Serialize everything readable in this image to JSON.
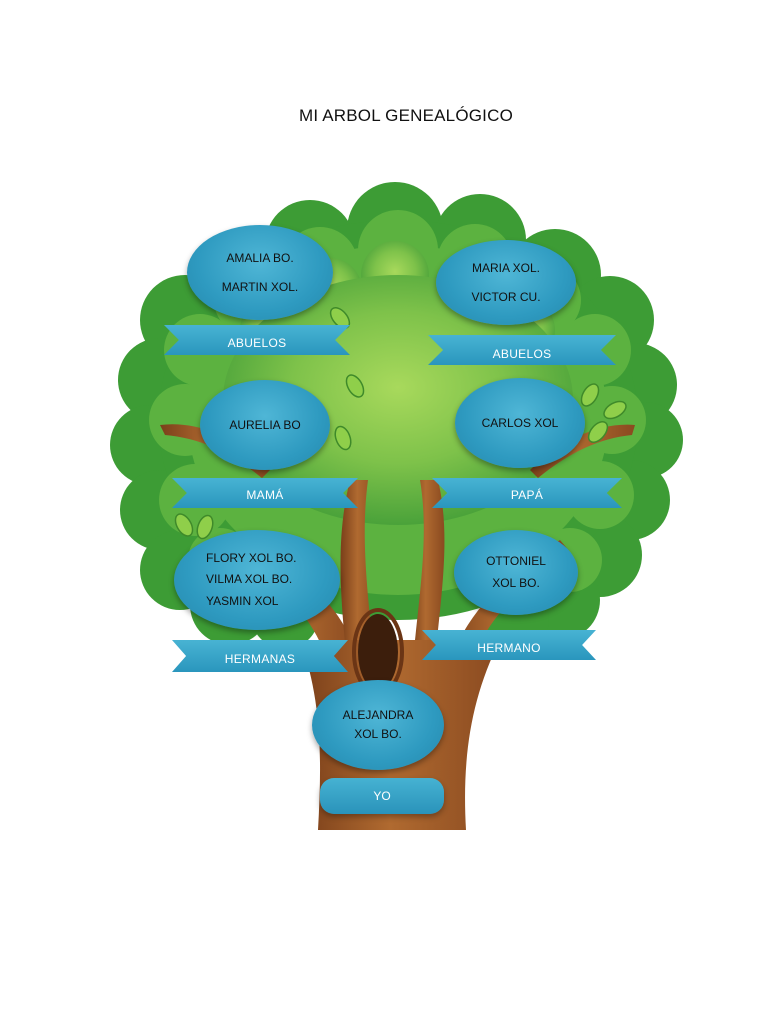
{
  "title": "MI ARBOL GENEALÓGICO",
  "members": {
    "abuelos_maternos": [
      "AMALIA BO.",
      "MARTIN XOL."
    ],
    "abuelos_paternos": [
      "MARIA XOL.",
      "VICTOR CU."
    ],
    "mama": [
      "AURELIA BO"
    ],
    "papa": [
      "CARLOS XOL"
    ],
    "hermanas": [
      "FLORY XOL BO.",
      "VILMA XOL BO.",
      "YASMIN XOL"
    ],
    "hermano": [
      "OTTONIEL",
      "XOL BO."
    ],
    "yo": [
      "ALEJANDRA",
      "XOL BO."
    ]
  },
  "labels": {
    "abuelos_left": "ABUELOS",
    "abuelos_right": "ABUELOS",
    "mama": "MAMÁ",
    "papa": "PAPÁ",
    "hermanas": "HERMANAS",
    "hermano": "HERMANO",
    "yo": "YO"
  },
  "colors": {
    "node_blue": "#2e9ac0",
    "foliage_dark": "#3a9a35",
    "foliage_light": "#9fd45a",
    "trunk": "#9b5a2a"
  }
}
